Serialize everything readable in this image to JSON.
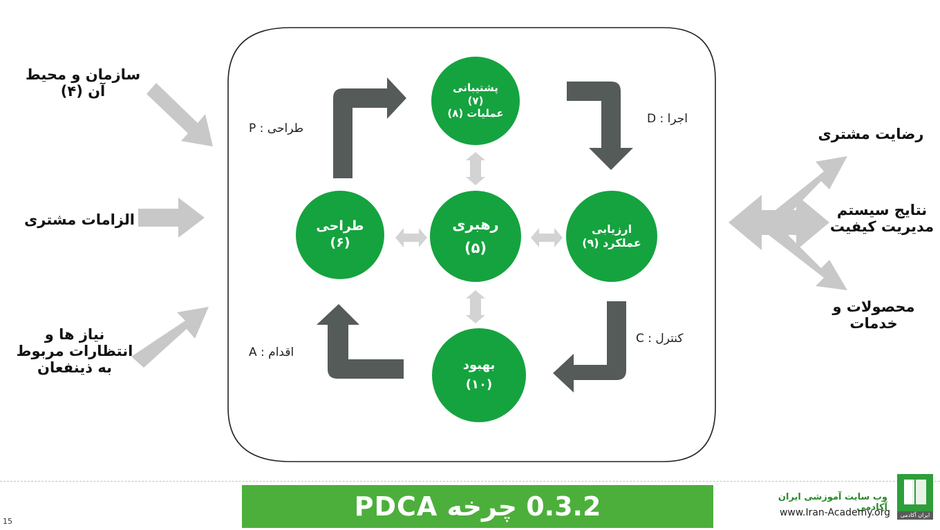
{
  "slide": {
    "title": "0.3.2 چرخه PDCA",
    "page_number": "15"
  },
  "branding": {
    "site_name": "وب سایت آموزشی ایران آکادمی",
    "url": "www.Iran-Academy.org",
    "logo_text": "ایران آکادمی"
  },
  "inputs": {
    "org_context": "سازمان و محیط\nآن (۴)",
    "customer_requirements": "الزامات مشتری",
    "stakeholder_needs": "نیاز ها و\nانتظارات مربوط\nبه ذینفعان"
  },
  "outputs": {
    "customer_satisfaction": "رضایت مشتری",
    "qms_results": "نتایج سیستم\nمدیریت کیفیت",
    "products_services": "محصولات و\nخدمات"
  },
  "phases": {
    "plan": "P : طراحی",
    "do": "D : اجرا",
    "check": "C : کنترل",
    "act": "A : اقدام"
  },
  "nodes": {
    "support": {
      "line1": "پشتیبانی",
      "line2": "(۷)",
      "line3": "عملیات (۸)"
    },
    "planning": {
      "line1": "طراحی",
      "line2": "(۶)"
    },
    "leadership": {
      "line1": "رهبری",
      "line2": "(۵)"
    },
    "evaluation": {
      "line1": "ارزیابی",
      "line2": "عملکرد (۹)"
    },
    "improvement": {
      "line1": "بهبود",
      "line2": "(۱۰)"
    }
  },
  "colors": {
    "node_green": "#15a33f",
    "dark_arrow": "#545b58",
    "light_arrow": "#cbcbcb",
    "footer_green": "#4caf3b"
  }
}
